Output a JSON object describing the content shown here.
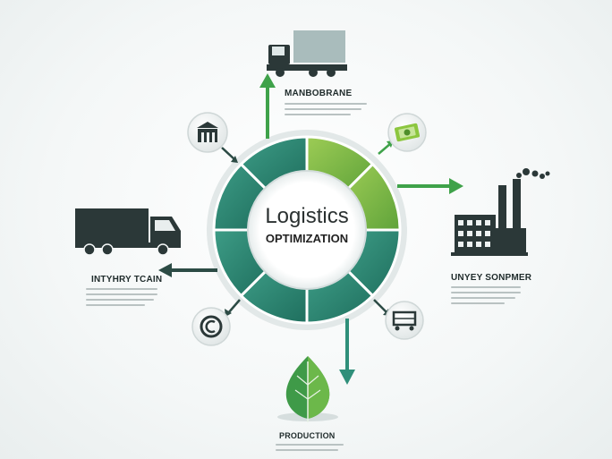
{
  "center": {
    "title": "Logistics",
    "subtitle": "OPTIMIZATION"
  },
  "nodes": [
    {
      "id": "top",
      "label": "MANBOBRANE",
      "icon": "truck-icon"
    },
    {
      "id": "left",
      "label": "INTYHRY TCAIN",
      "icon": "truck-icon"
    },
    {
      "id": "right",
      "label": "UNYEY SONPMER",
      "icon": "factory-icon"
    },
    {
      "id": "bottom",
      "label": "PRODUCTION",
      "icon": "leaf-icon"
    }
  ],
  "small_icons": [
    "warehouse-icon",
    "money-icon",
    "copyright-icon",
    "cart-icon"
  ],
  "colors": {
    "dark_green": "#1f7a64",
    "teal": "#2f8f7a",
    "light_green": "#7dbb3c",
    "arrow_green": "#3fa24a",
    "arrow_dark": "#2c4b45",
    "icon_dark": "#2b3838"
  }
}
